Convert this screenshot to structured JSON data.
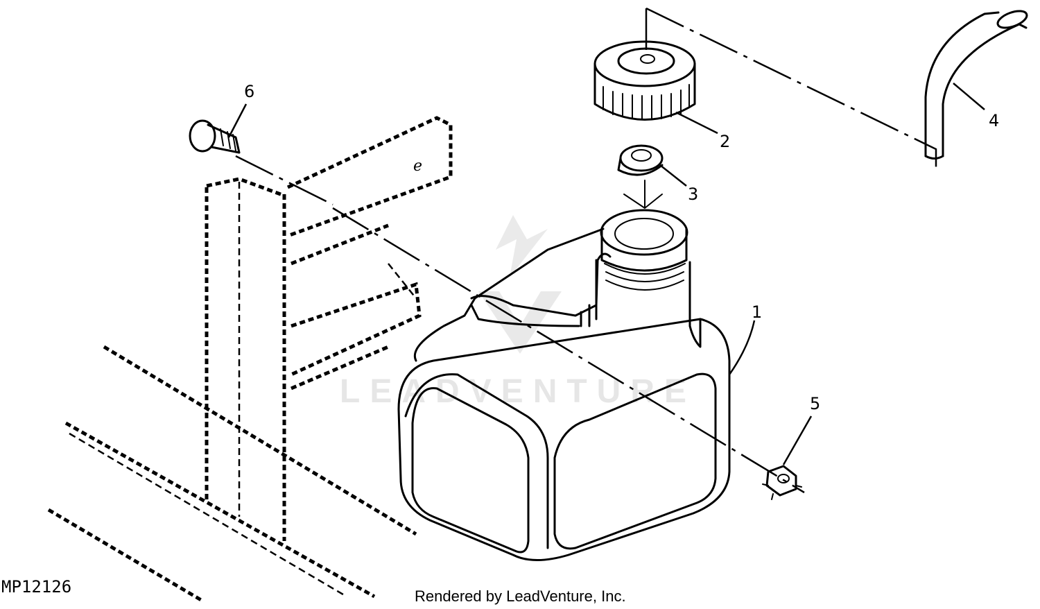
{
  "callouts": {
    "c1": "1",
    "c2": "2",
    "c3": "3",
    "c4": "4",
    "c5": "5",
    "c6": "6"
  },
  "figure_code": "MP12126",
  "credit": "Rendered by LeadVenture, Inc.",
  "watermark": "LEADVENTURE"
}
